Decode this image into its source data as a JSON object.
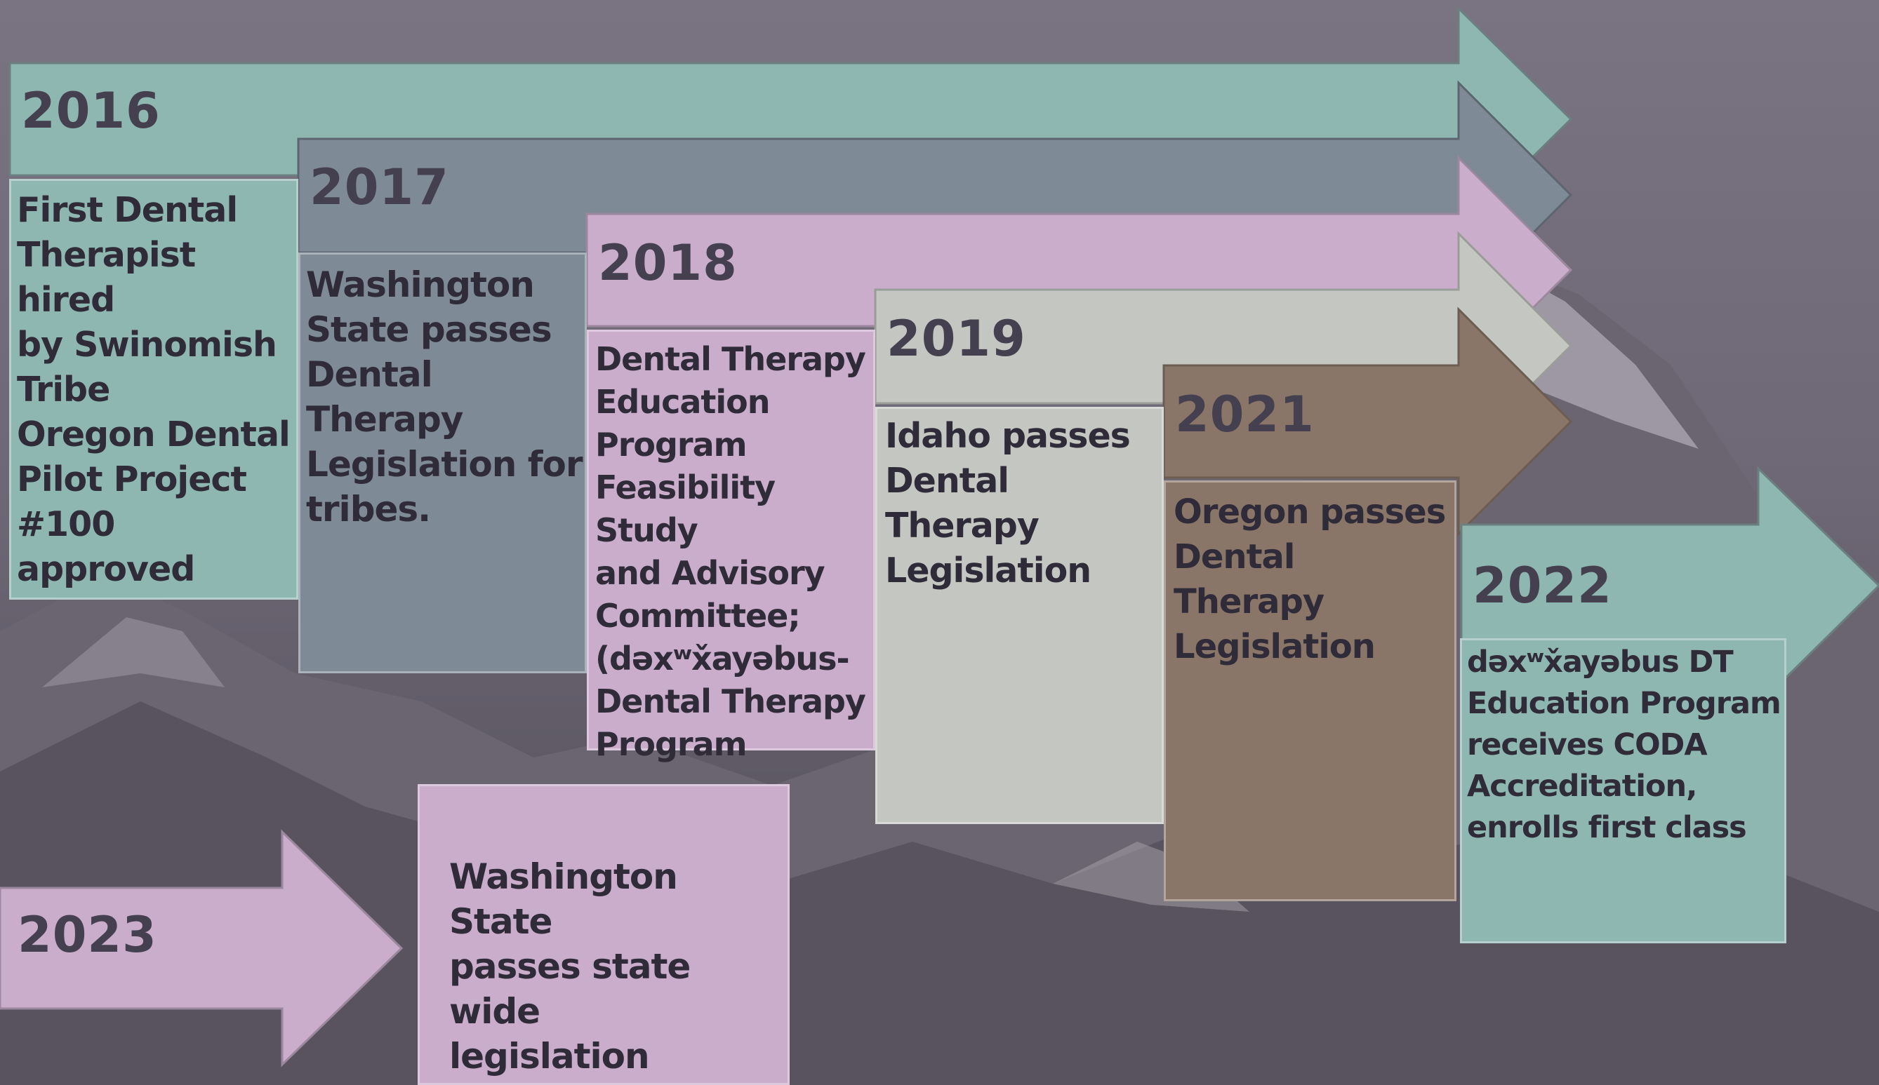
{
  "colors": {
    "teal": "#8fb7b2",
    "slate": "#7e8a96",
    "lilac": "#c9adcb",
    "gray": "#c4c6c2",
    "brown": "#8a7668",
    "text": "#2f2b38"
  },
  "timeline": [
    {
      "year": "2016",
      "lines": [
        "First Dental",
        "Therapist hired",
        "by Swinomish",
        "Tribe",
        "Oregon Dental",
        "Pilot Project",
        "#100 approved"
      ]
    },
    {
      "year": "2017",
      "lines": [
        "Washington",
        "State passes",
        "Dental Therapy",
        "Legislation for",
        "tribes."
      ]
    },
    {
      "year": "2018",
      "lines": [
        "Dental Therapy",
        "Education",
        "Program",
        "Feasibility Study",
        "and Advisory",
        "Committee;",
        "(dəxʷx̌ayəbus-",
        "Dental Therapy",
        "Program"
      ]
    },
    {
      "year": "2019",
      "lines": [
        "Idaho passes",
        "Dental Therapy",
        "Legislation"
      ]
    },
    {
      "year": "2021",
      "lines": [
        "Oregon passes",
        "Dental Therapy",
        "Legislation"
      ]
    },
    {
      "year": "2022",
      "lines": [
        "dəxʷx̌ayəbus DT",
        "Education Program",
        "receives CODA",
        "Accreditation,",
        "enrolls first class"
      ]
    },
    {
      "year": "2023",
      "lines": [
        "Washington State",
        "passes state wide",
        "legislation"
      ]
    }
  ]
}
